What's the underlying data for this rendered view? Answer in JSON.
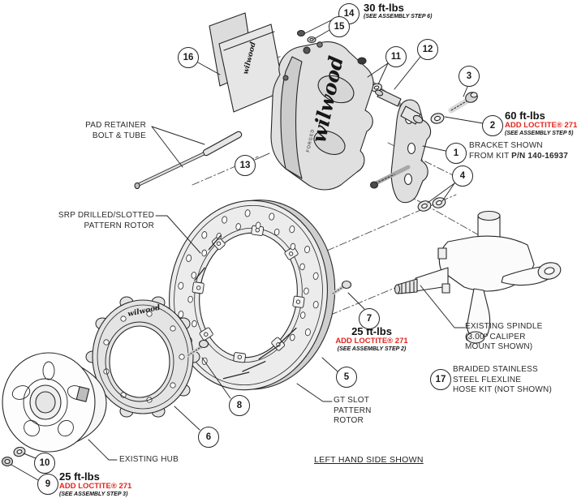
{
  "art": {
    "brand": "wilwood",
    "brand_sub": "FORGED"
  },
  "colors": {
    "warning_red": "#e2241d",
    "line": "#262626",
    "part_fill": "#e6e6e6"
  },
  "callouts": {
    "c1": "1",
    "c2": "2",
    "c3": "3",
    "c4": "4",
    "c5": "5",
    "c6": "6",
    "c7": "7",
    "c8": "8",
    "c9": "9",
    "c10": "10",
    "c11": "11",
    "c12": "12",
    "c13": "13",
    "c14": "14",
    "c15": "15",
    "c16": "16",
    "c17": "17"
  },
  "labels": {
    "pad_retainer": {
      "line1": "PAD RETAINER",
      "line2": "BOLT & TUBE"
    },
    "srp_rotor": {
      "line1": "SRP DRILLED/SLOTTED",
      "line2": "PATTERN ROTOR"
    },
    "bracket": {
      "line1": "BRACKET SHOWN",
      "line2_prefix": "FROM KIT ",
      "line2_part": "P/N 140-16937"
    },
    "spindle": {
      "line1": "EXISTING SPINDLE",
      "line2": "(3.00\" CALIPER",
      "line3": "MOUNT SHOWN)"
    },
    "hose_kit": {
      "line1": "BRAIDED STAINLESS",
      "line2": "STEEL FLEXLINE",
      "line3": "HOSE KIT (NOT SHOWN)"
    },
    "gt_rotor": {
      "line1": "GT SLOT",
      "line2": "PATTERN",
      "line3": "ROTOR"
    },
    "existing_hub": {
      "line1": "EXISTING HUB"
    },
    "footer": "LEFT HAND SIDE SHOWN"
  },
  "torque": {
    "t30": {
      "value": "30 ft-lbs",
      "step": "(SEE ASSEMBLY STEP 6)"
    },
    "t60": {
      "value": "60 ft-lbs",
      "loctite": "ADD LOCTITE® 271",
      "step": "(SEE ASSEMBLY STEP 5)"
    },
    "t25_rotor": {
      "value": "25 ft-lbs",
      "loctite": "ADD LOCTITE® 271",
      "step": "(SEE ASSEMBLY STEP 2)"
    },
    "t25_hub": {
      "value": "25 ft-lbs",
      "loctite": "ADD LOCTITE® 271",
      "step": "(SEE ASSEMBLY STEP 3)"
    }
  }
}
